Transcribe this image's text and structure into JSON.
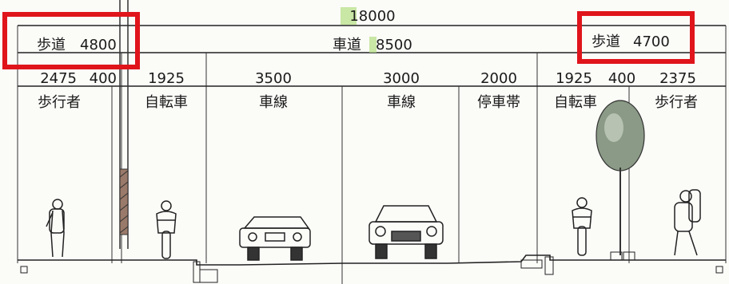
{
  "dimensions": {
    "total": "18000",
    "left_sidewalk": {
      "label": "歩道",
      "value": "4800"
    },
    "roadway": {
      "label": "車道",
      "value": "8500"
    },
    "right_sidewalk": {
      "label": "歩道",
      "value": "4700"
    }
  },
  "segments": [
    {
      "value": "2475",
      "label": "歩行者"
    },
    {
      "value": "400",
      "label": ""
    },
    {
      "value": "1925",
      "label": "自転車"
    },
    {
      "value": "3500",
      "label": "車線"
    },
    {
      "value": "3000",
      "label": "車線"
    },
    {
      "value": "2000",
      "label": "停車帯"
    },
    {
      "value": "1925",
      "label": "自転車"
    },
    {
      "value": "400",
      "label": ""
    },
    {
      "value": "2375",
      "label": "歩行者"
    }
  ],
  "colors": {
    "highlight_box": "#e0141b",
    "marker": "#b8e08a",
    "line": "#222222",
    "tree": "#8a9a86"
  },
  "icons": [
    "pedestrian-icon",
    "cyclist-icon",
    "car-icon",
    "tree-icon",
    "utility-pole-icon"
  ]
}
